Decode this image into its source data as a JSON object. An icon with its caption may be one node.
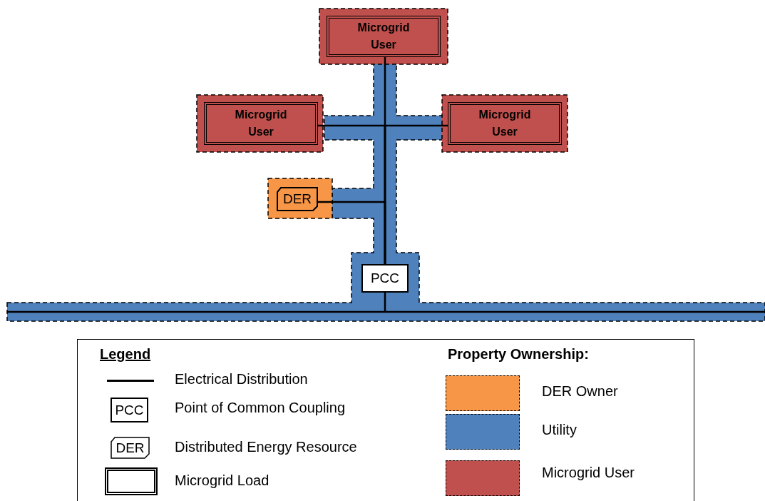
{
  "diagram": {
    "nodes": [
      {
        "text": [
          "Microgrid User"
        ]
      },
      {
        "text": [
          "Microgrid User"
        ]
      },
      {
        "text": [
          "Microgrid User"
        ]
      },
      {
        "text": [
          "DER"
        ]
      },
      {
        "text": [
          "PCC"
        ]
      }
    ],
    "edges": [
      {
        "from": 4,
        "to": 0,
        "arrow": "none"
      },
      {
        "from": 4,
        "to": 1,
        "arrow": "none"
      },
      {
        "from": 4,
        "to": 2,
        "arrow": "none"
      },
      {
        "from": 4,
        "to": 3,
        "arrow": "none"
      },
      {
        "from": 4,
        "to": null,
        "arrow": "none"
      }
    ],
    "labels": [
      "Legend",
      "Property Ownership:",
      "PCC",
      "DER"
    ],
    "legend": [
      {
        "text": "Electrical Distribution"
      },
      {
        "text": "Point of Common Coupling"
      },
      {
        "text": "Distributed Energy Resource"
      },
      {
        "text": "Microgrid Load"
      },
      {
        "text": "DER Owner",
        "color": "#f79646"
      },
      {
        "text": "Utility",
        "color": "#4f81bd"
      },
      {
        "text": "Microgrid User",
        "color": "#c0504d"
      }
    ]
  }
}
